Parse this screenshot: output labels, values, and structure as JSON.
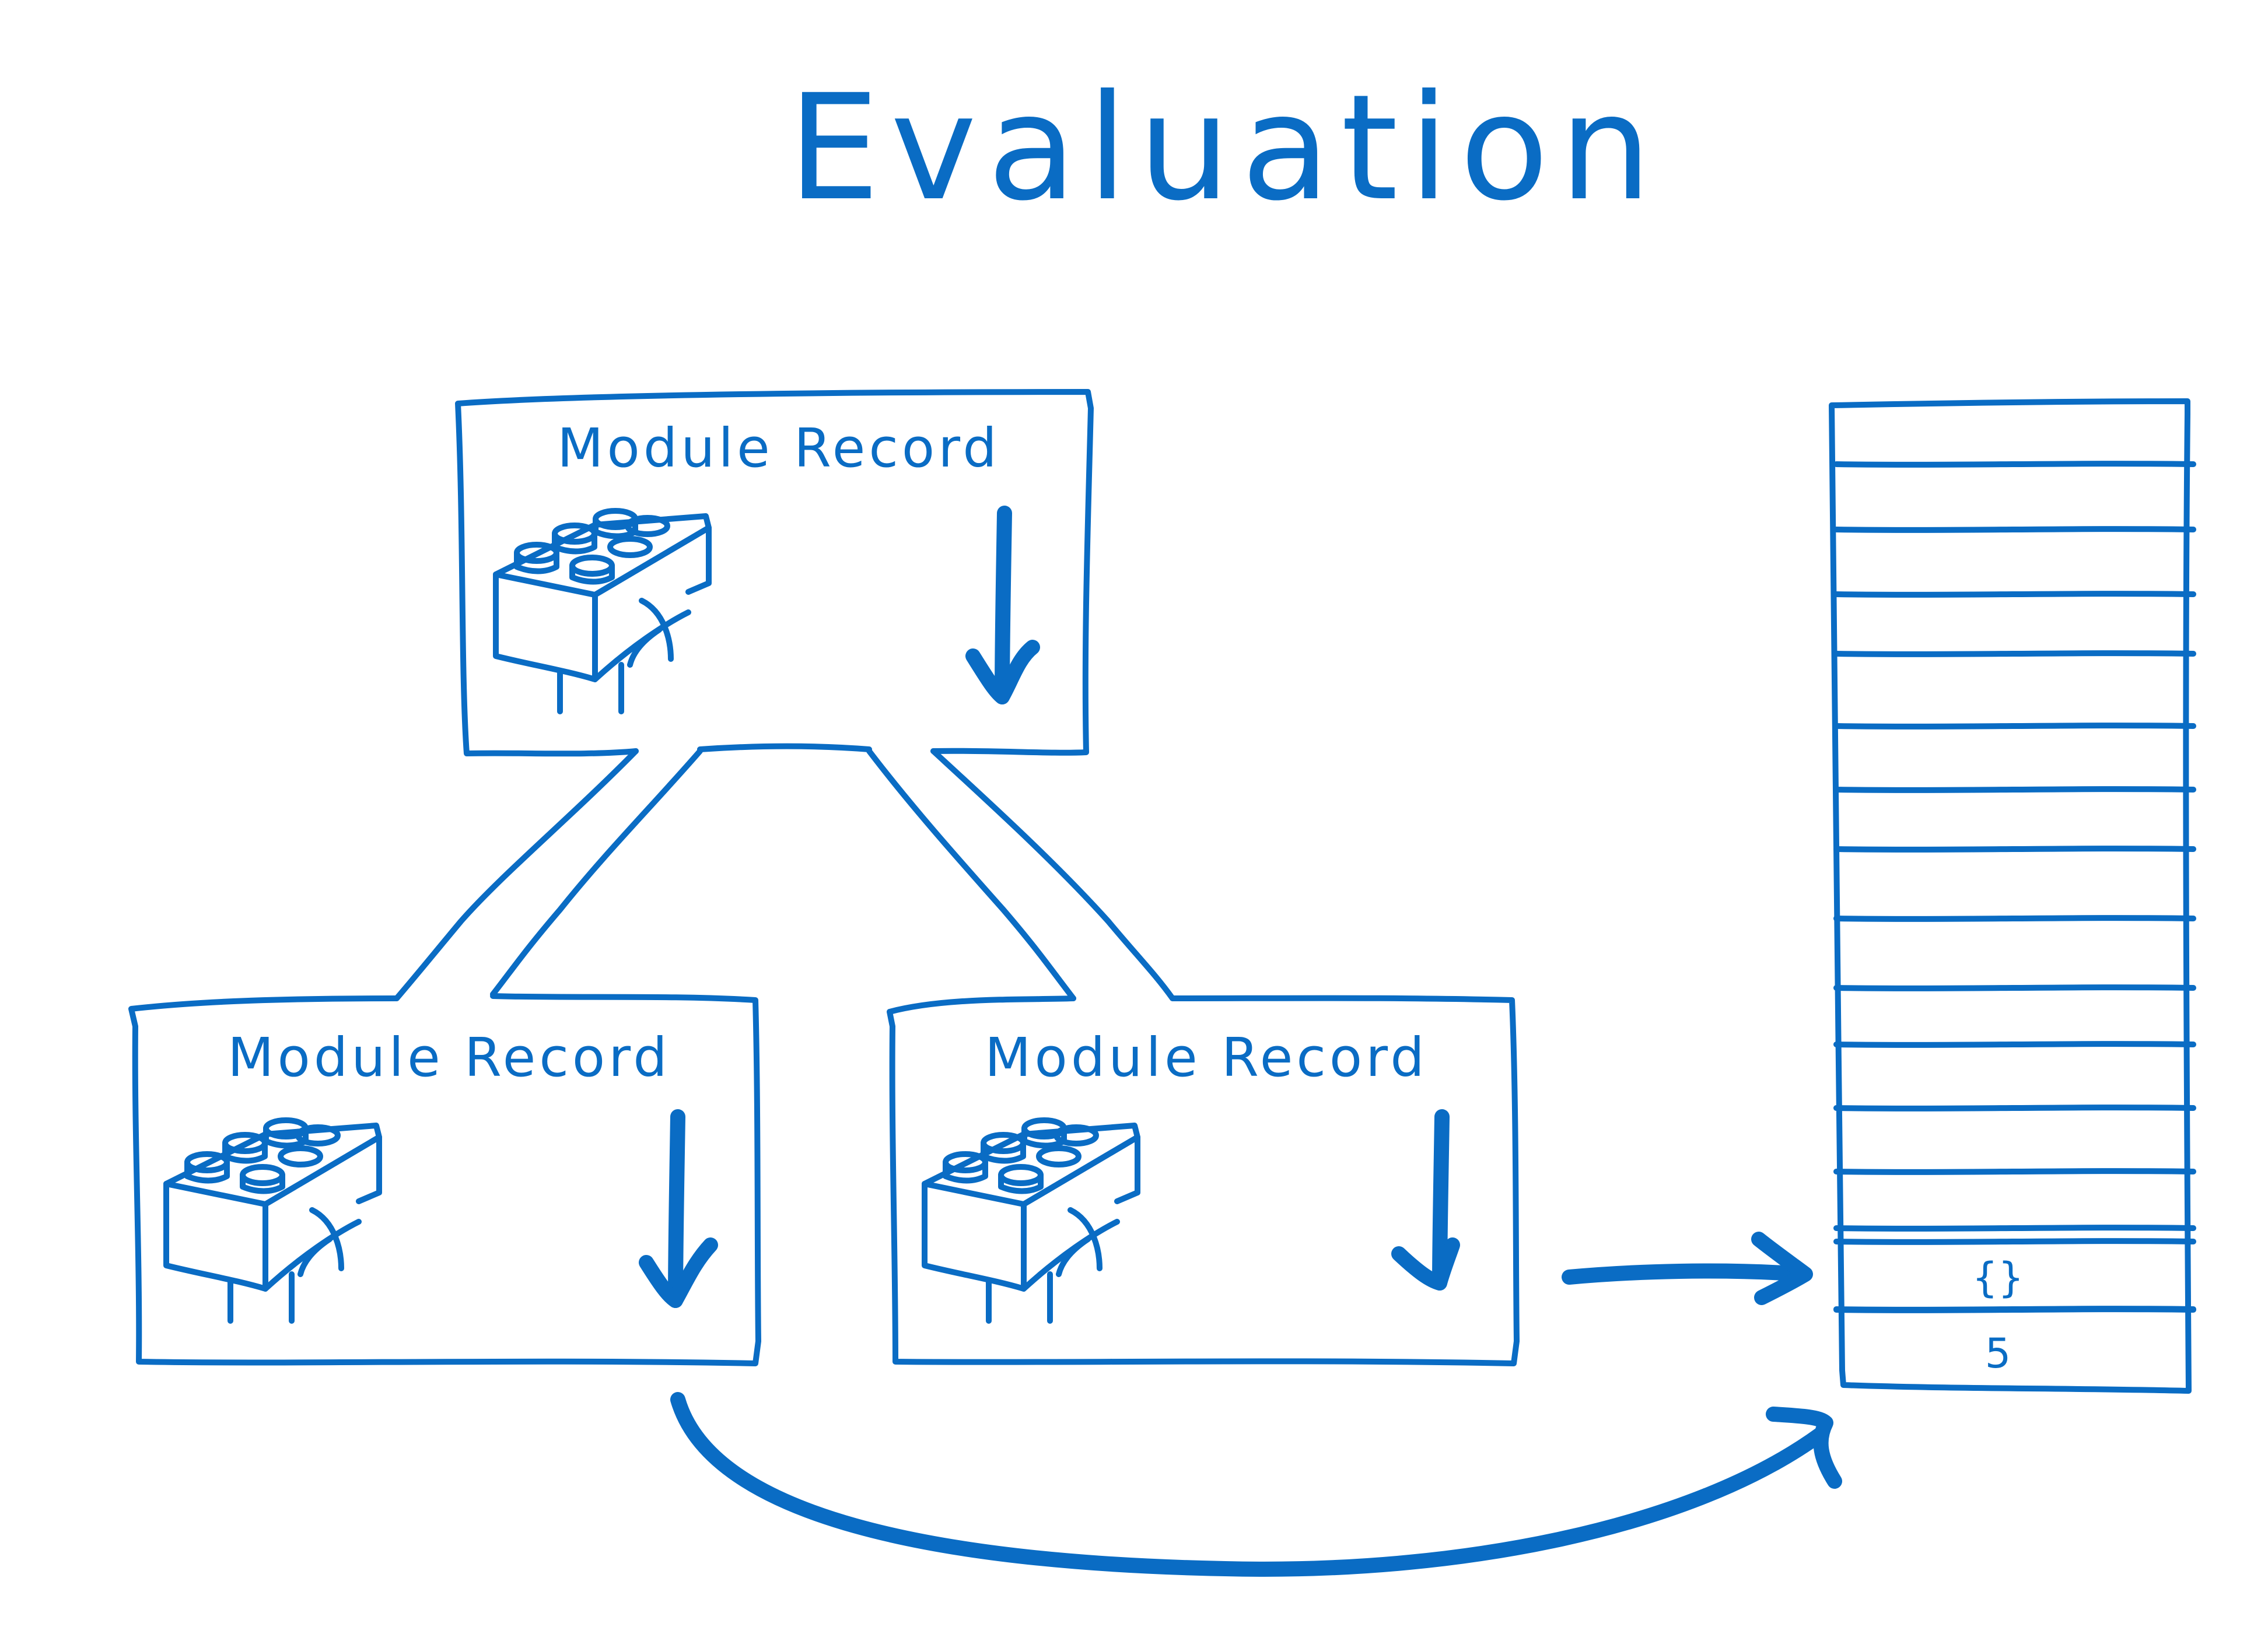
{
  "title": "Evaluation",
  "modules": {
    "top": {
      "label": "Module Record"
    },
    "left": {
      "label": "Module Record"
    },
    "right": {
      "label": "Module Record"
    }
  },
  "memory": {
    "cells": [
      "",
      "",
      "",
      "",
      "",
      "",
      "",
      "",
      "",
      "",
      "",
      "",
      "",
      "",
      "",
      "{}",
      "5"
    ]
  },
  "colors": {
    "ink": "#0a6cc4",
    "background": "#ffffff"
  },
  "icons": [
    "building-block-icon",
    "down-arrow-icon",
    "right-arrow-icon",
    "curved-arrow-icon"
  ]
}
